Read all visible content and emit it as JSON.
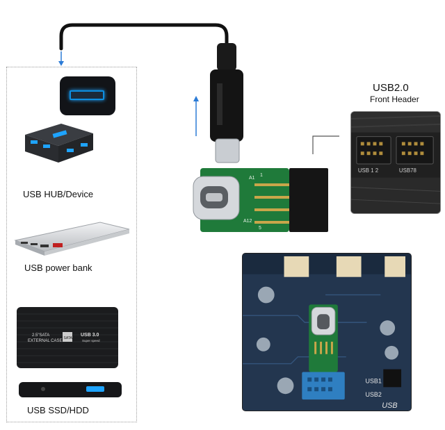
{
  "devices": {
    "hub_label": "USB HUB/Device",
    "power_bank_label": "USB power bank",
    "ssd_label": "USB SSD/HDD"
  },
  "header": {
    "title": "USB2.0",
    "subtitle": "Front Header",
    "pin_label_left": "USB 1 2",
    "pin_label_right": "USB78"
  },
  "adapter": {
    "pin_a1": "A1",
    "pin_a12": "A12",
    "pin_5": "5",
    "pin_1": "1"
  },
  "ssd": {
    "case_line1": "2.5\"SATA",
    "case_line2": "EXTERNAL CASE",
    "case_badge": "USB 3.0",
    "case_badge_sub": "Super speed",
    "sata_badge": "SATA"
  },
  "motherboard": {
    "label_usb1": "USB1",
    "label_usb2": "USB2",
    "label_usb": "USB"
  },
  "colors": {
    "pcb_green": "#1f7a3a",
    "arrow_blue": "#2b7bd6",
    "usb_blue": "#1ea4ff"
  }
}
